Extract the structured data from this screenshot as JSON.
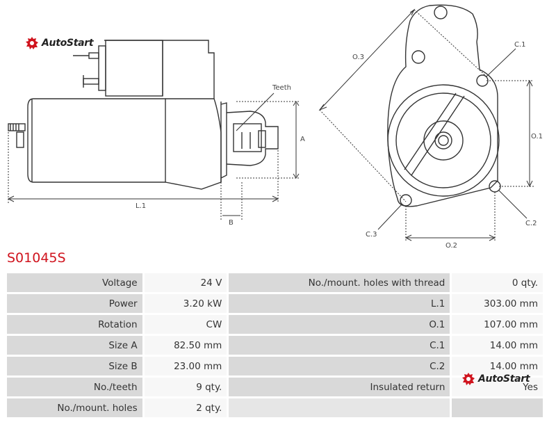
{
  "brand": {
    "name": "AutoStart",
    "color": "#d0141e"
  },
  "drawing": {
    "side_view": {
      "teeth_label": "Teeth",
      "a_label": "A",
      "l1_label": "L.1",
      "b_label": "B"
    },
    "front_view": {
      "o3_label": "O.3",
      "c1_label": "C.1",
      "o1_label": "O.1",
      "c3_label": "C.3",
      "c2_label": "C.2",
      "o2_label": "O.2"
    }
  },
  "part_number": "S01045S",
  "specs": {
    "rows": [
      {
        "l1": "Voltage",
        "v1": "24 V",
        "l2": "No./mount. holes with thread",
        "v2": "0 qty."
      },
      {
        "l1": "Power",
        "v1": "3.20 kW",
        "l2": "L.1",
        "v2": "303.00 mm"
      },
      {
        "l1": "Rotation",
        "v1": "CW",
        "l2": "O.1",
        "v2": "107.00 mm"
      },
      {
        "l1": "Size A",
        "v1": "82.50 mm",
        "l2": "C.1",
        "v2": "14.00 mm"
      },
      {
        "l1": "Size B",
        "v1": "23.00 mm",
        "l2": "C.2",
        "v2": "14.00 mm"
      },
      {
        "l1": "No./teeth",
        "v1": "9 qty.",
        "l2": "Insulated return",
        "v2": "Yes"
      },
      {
        "l1": "No./mount. holes",
        "v1": "2 qty.",
        "l2": "",
        "v2": ""
      }
    ]
  }
}
